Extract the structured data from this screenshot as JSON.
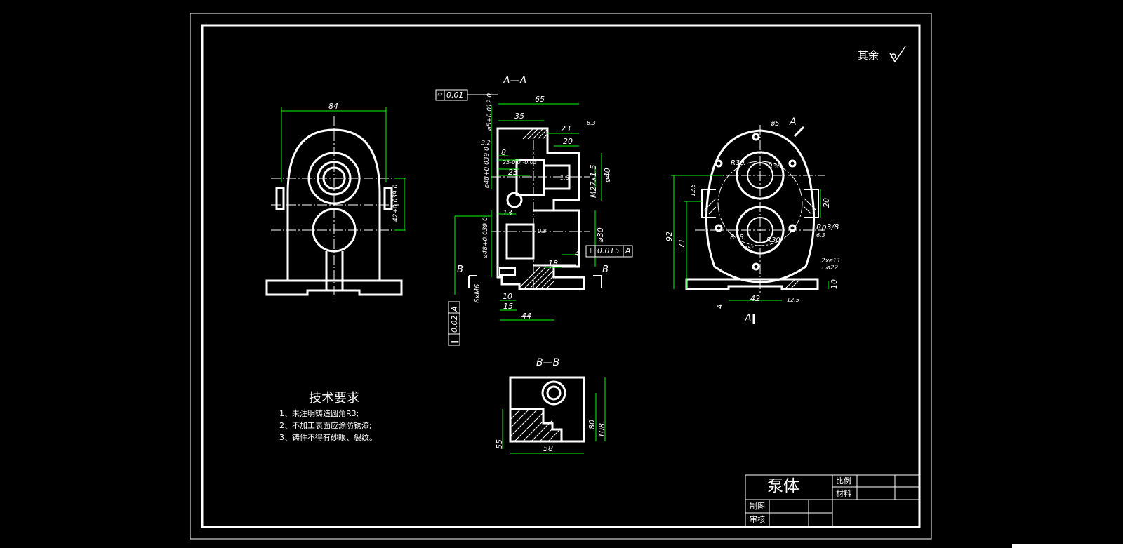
{
  "drawing": {
    "part_name": "泵体",
    "surface_note": "其余",
    "tech_requirements": {
      "title": "技术要求",
      "items": [
        "1、未注明铸造圆角R3;",
        "2、不加工表面应涂防锈漆;",
        "3、铸件不得有砂眼、裂纹。"
      ]
    },
    "section_labels": {
      "aa": "A—A",
      "bb": "B—B",
      "b_left": "B",
      "b_right": "B",
      "a_arrow": "A",
      "a_bottom": "A"
    },
    "title_block": {
      "scale_label": "比例",
      "material_label": "材料",
      "drawn_label": "制图",
      "checked_label": "审核"
    },
    "tolerance_frames": {
      "flatness": {
        "symbol": "⏥",
        "value": "0.01"
      },
      "perp": {
        "symbol": "⊥",
        "value": "0.015",
        "datum": "A"
      },
      "par": {
        "symbol": "∥",
        "value": "0.02",
        "datum": "A"
      }
    },
    "dimensions": {
      "front": {
        "width": "84",
        "bore": "42+0.039\n0"
      },
      "section": {
        "overall": "65",
        "d35": "35",
        "d23a": "23",
        "d20": "20",
        "d25": "25-0.0\n-0.03",
        "d23b": "23",
        "d8": "8",
        "d13": "13",
        "d18": "18",
        "d4": "4",
        "d10": "10",
        "d15": "15",
        "d44": "44",
        "m27": "M27x1.5",
        "phi40": "ø40",
        "phi30": "ø30",
        "phi5": "ø5+0.012\n0",
        "phi48a": "ø48+0.039\n0",
        "phi48b": "ø48+0.039\n0",
        "thread": "6xM6",
        "ra32": "3.2",
        "ra16": "1.6",
        "ra63": "6.3",
        "ra08": "0.8"
      },
      "side": {
        "d92": "92",
        "d71": "71",
        "d42": "42",
        "d4": "4",
        "d20": "20",
        "d10": "10",
        "r38": "R38",
        "r30": "R30",
        "r30b": "R30",
        "r38b": "R38",
        "rp": "Rp3/8",
        "holes": "2xø11",
        "cbore": "⌴ø22",
        "phi5": "ø5",
        "ang": "45°",
        "ra125": "12.5",
        "ra63": "6.3",
        "ra125b": "12.5"
      },
      "bb": {
        "d58": "58",
        "d55": "55",
        "d80": "80",
        "d108": "108"
      }
    }
  }
}
